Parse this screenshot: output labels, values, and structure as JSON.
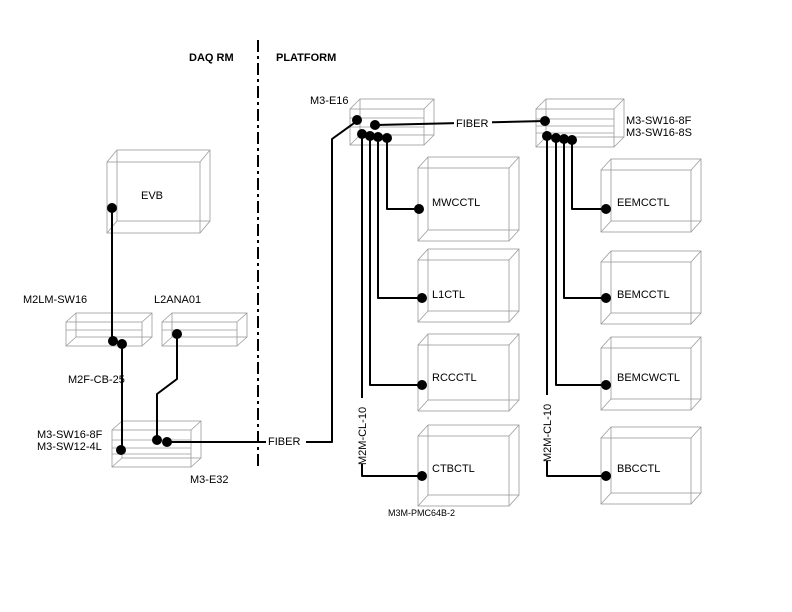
{
  "headers": {
    "left": "DAQ RM",
    "right": "PLATFORM"
  },
  "boxes": {
    "evb": "EVB",
    "m2lm": "M2LM-SW16",
    "l2ana": "L2ANA01",
    "m3_e32_sw_top": "M3-SW16-8F",
    "m3_e32_sw_bottom": "M3-SW12-4L",
    "m3_e32": "M3-E32",
    "m3_e16": "M3-E16",
    "right_sw_top": "M3-SW16-8F",
    "right_sw_bottom": "M3-SW16-8S",
    "mwcctl": "MWCCTL",
    "l1ctl": "L1CTL",
    "rccctl": "RCCCTL",
    "ctbctl": "CTBCTL",
    "eemcctl": "EEMCCTL",
    "bemcctl": "BEMCCTL",
    "bemcwctl": "BEMCWCTL",
    "bbcctl": "BBCCTL"
  },
  "cables": {
    "m2f_cb": "M2F-CB-25",
    "fiber_bottom": "FIBER",
    "fiber_top": "FIBER",
    "cl_left": "M2M-CL-10",
    "cl_right": "M2M-CL-10",
    "pmc": "M3M-PMC64B-2"
  }
}
